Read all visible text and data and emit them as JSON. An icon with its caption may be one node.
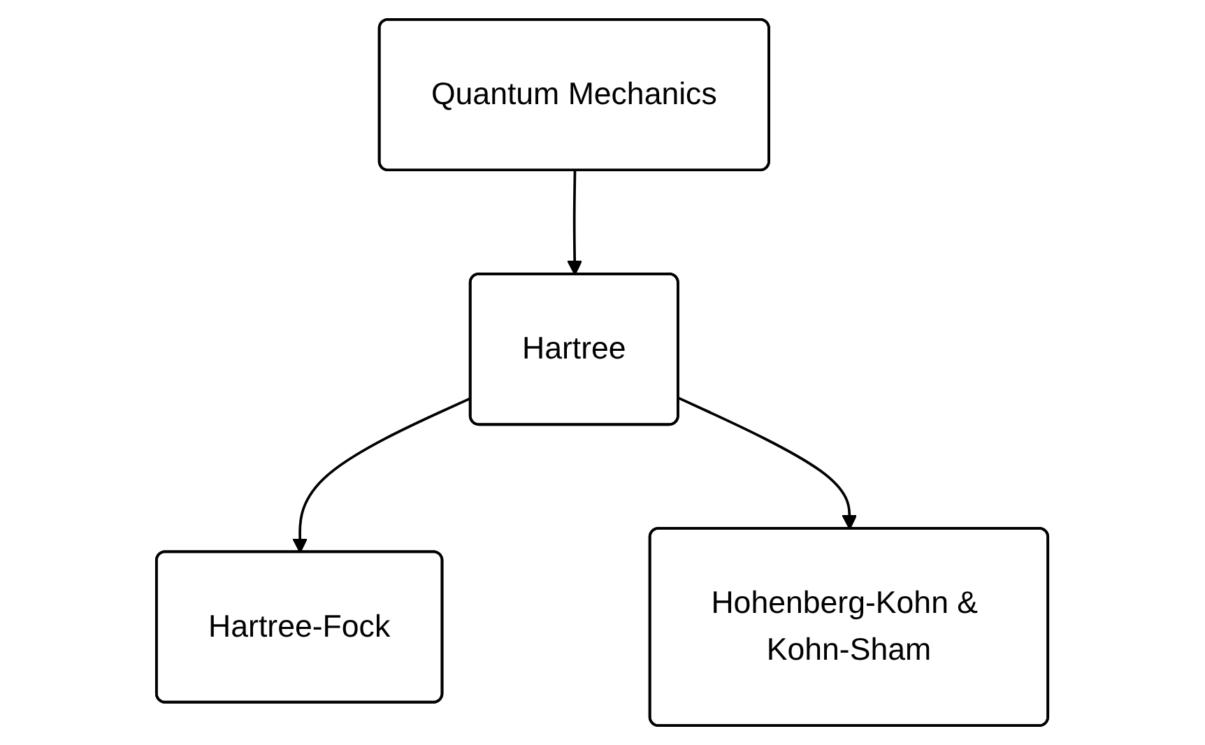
{
  "diagram": {
    "nodes": [
      {
        "text": [
          "Quantum Mechanics"
        ]
      },
      {
        "text": [
          "Hartree"
        ]
      },
      {
        "text": [
          "Hartree-Fock"
        ]
      },
      {
        "text": [
          "Hohenberg-Kohn & Kohn-Sham"
        ]
      }
    ],
    "edges": [
      {
        "from": 0,
        "to": 1,
        "arrow": "to"
      },
      {
        "from": 1,
        "to": 2,
        "arrow": "to"
      },
      {
        "from": 1,
        "to": 3,
        "arrow": "to"
      }
    ]
  }
}
